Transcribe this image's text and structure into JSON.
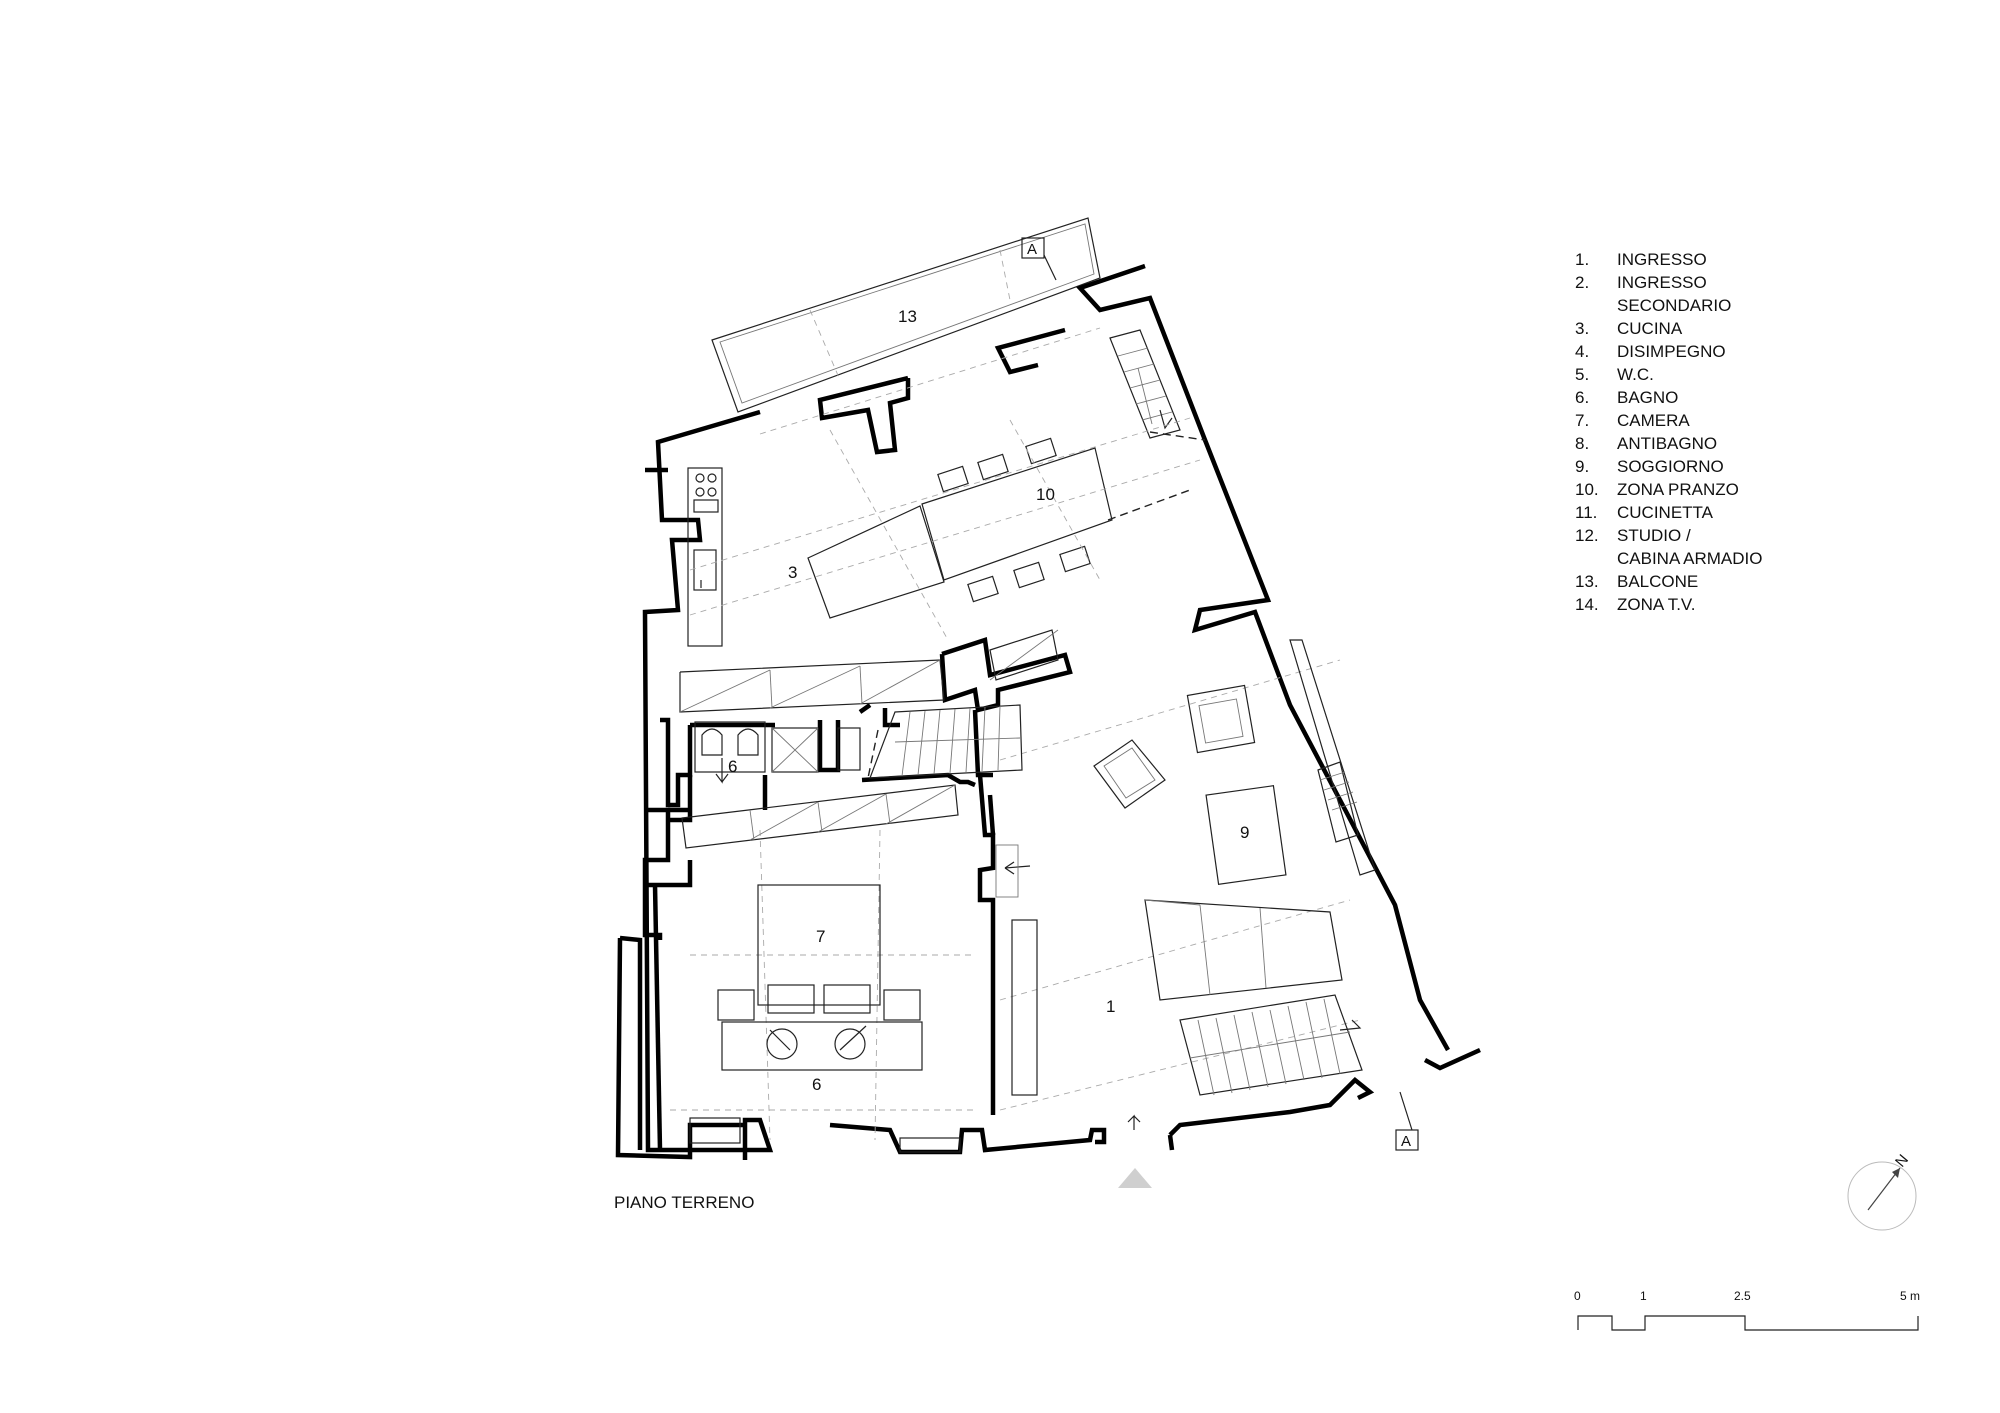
{
  "drawing_title": "PIANO TERRENO",
  "room_labels": {
    "r1": "1",
    "r3": "3",
    "r6a": "6",
    "r6b": "6",
    "r7": "7",
    "r9": "9",
    "r10": "10",
    "r13": "13"
  },
  "legend": [
    {
      "num": "1.",
      "text": "INGRESSO"
    },
    {
      "num": "2.",
      "text": "INGRESSO\nSECONDARIO"
    },
    {
      "num": "3.",
      "text": "CUCINA"
    },
    {
      "num": "4.",
      "text": "DISIMPEGNO"
    },
    {
      "num": "5.",
      "text": "W.C."
    },
    {
      "num": "6.",
      "text": "BAGNO"
    },
    {
      "num": "7.",
      "text": "CAMERA"
    },
    {
      "num": "8.",
      "text": "ANTIBAGNO"
    },
    {
      "num": "9.",
      "text": "SOGGIORNO"
    },
    {
      "num": "10.",
      "text": "ZONA PRANZO"
    },
    {
      "num": "11.",
      "text": "CUCINETTA"
    },
    {
      "num": "12.",
      "text": "STUDIO /\nCABINA ARMADIO"
    },
    {
      "num": "13.",
      "text": "BALCONE"
    },
    {
      "num": "14.",
      "text": "ZONA T.V."
    }
  ],
  "scale_bar": {
    "ticks": [
      "0",
      "1",
      "2.5",
      "5 m"
    ]
  },
  "north_arrow": {
    "label": "N"
  },
  "section_marker": {
    "label": "A"
  }
}
